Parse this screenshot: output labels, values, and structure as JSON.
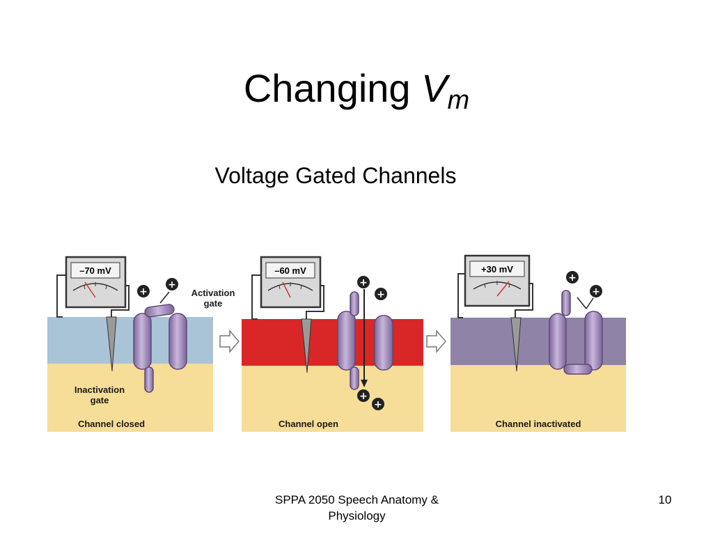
{
  "slide": {
    "title_main": "Changing ",
    "title_var": "V",
    "title_sub": "m",
    "subtitle": "Voltage Gated Channels",
    "footer": "SPPA 2050 Speech Anatomy & Physiology",
    "page_number": "10"
  },
  "figure": {
    "panels": [
      {
        "meter": "–70 mV",
        "caption": "Channel closed",
        "top_color": "#a9c3d7"
      },
      {
        "meter": "–60 mV",
        "caption": "Channel open",
        "top_color": "#d92626"
      },
      {
        "meter": "+30 mV",
        "caption": "Channel inactivated",
        "top_color": "#8f83a8"
      }
    ],
    "activation_label_1": "Activation",
    "activation_label_2": "gate",
    "inactivation_label_1": "Inactivation",
    "inactivation_label_2": "gate",
    "ion_symbol": "+",
    "colors": {
      "bottom": "#f6dd98",
      "channel": "#9b85b3",
      "channel_edge": "#5e4a78"
    }
  }
}
